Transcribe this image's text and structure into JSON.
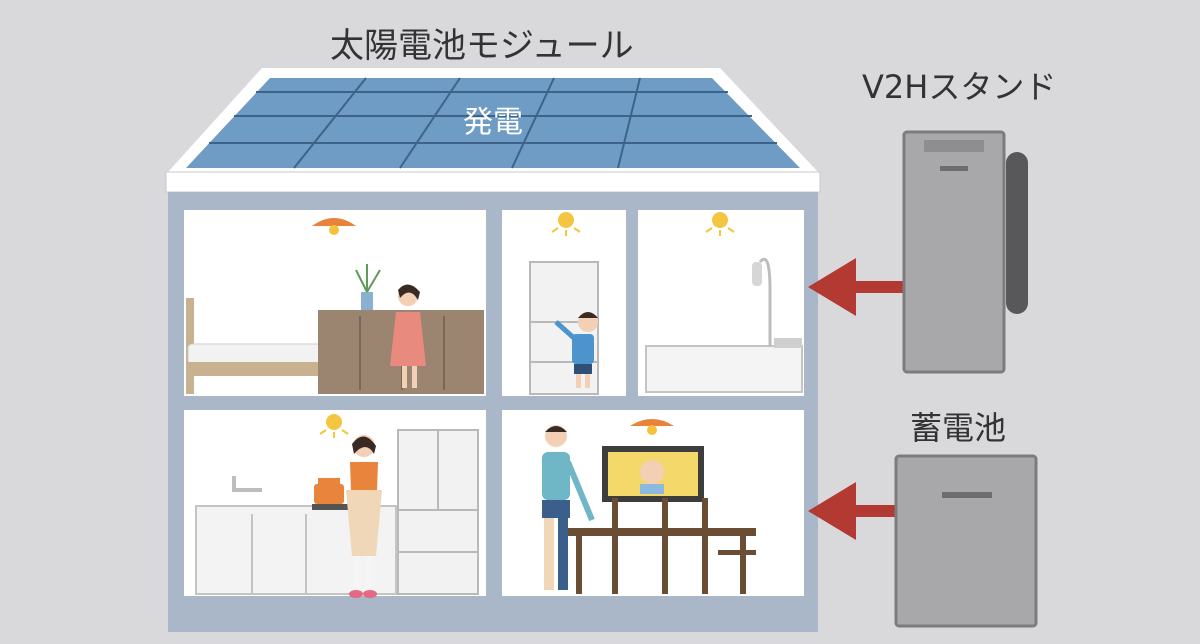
{
  "labels": {
    "solar_module": "太陽電池モジュール",
    "generation": "発電",
    "v2h_stand": "V2Hスタンド",
    "storage_battery": "蓄電池"
  },
  "colors": {
    "background": "#d9d9dc",
    "house_frame": "#a9b7c9",
    "solar_panel": "#6e9cc4",
    "arrow": "#b23a32",
    "v2h_body": "#a8a8aa",
    "battery_body": "#a8a8aa"
  },
  "icons": [
    "ceiling-lamp-icon",
    "light-bulb-icon",
    "arrow-left-icon"
  ]
}
